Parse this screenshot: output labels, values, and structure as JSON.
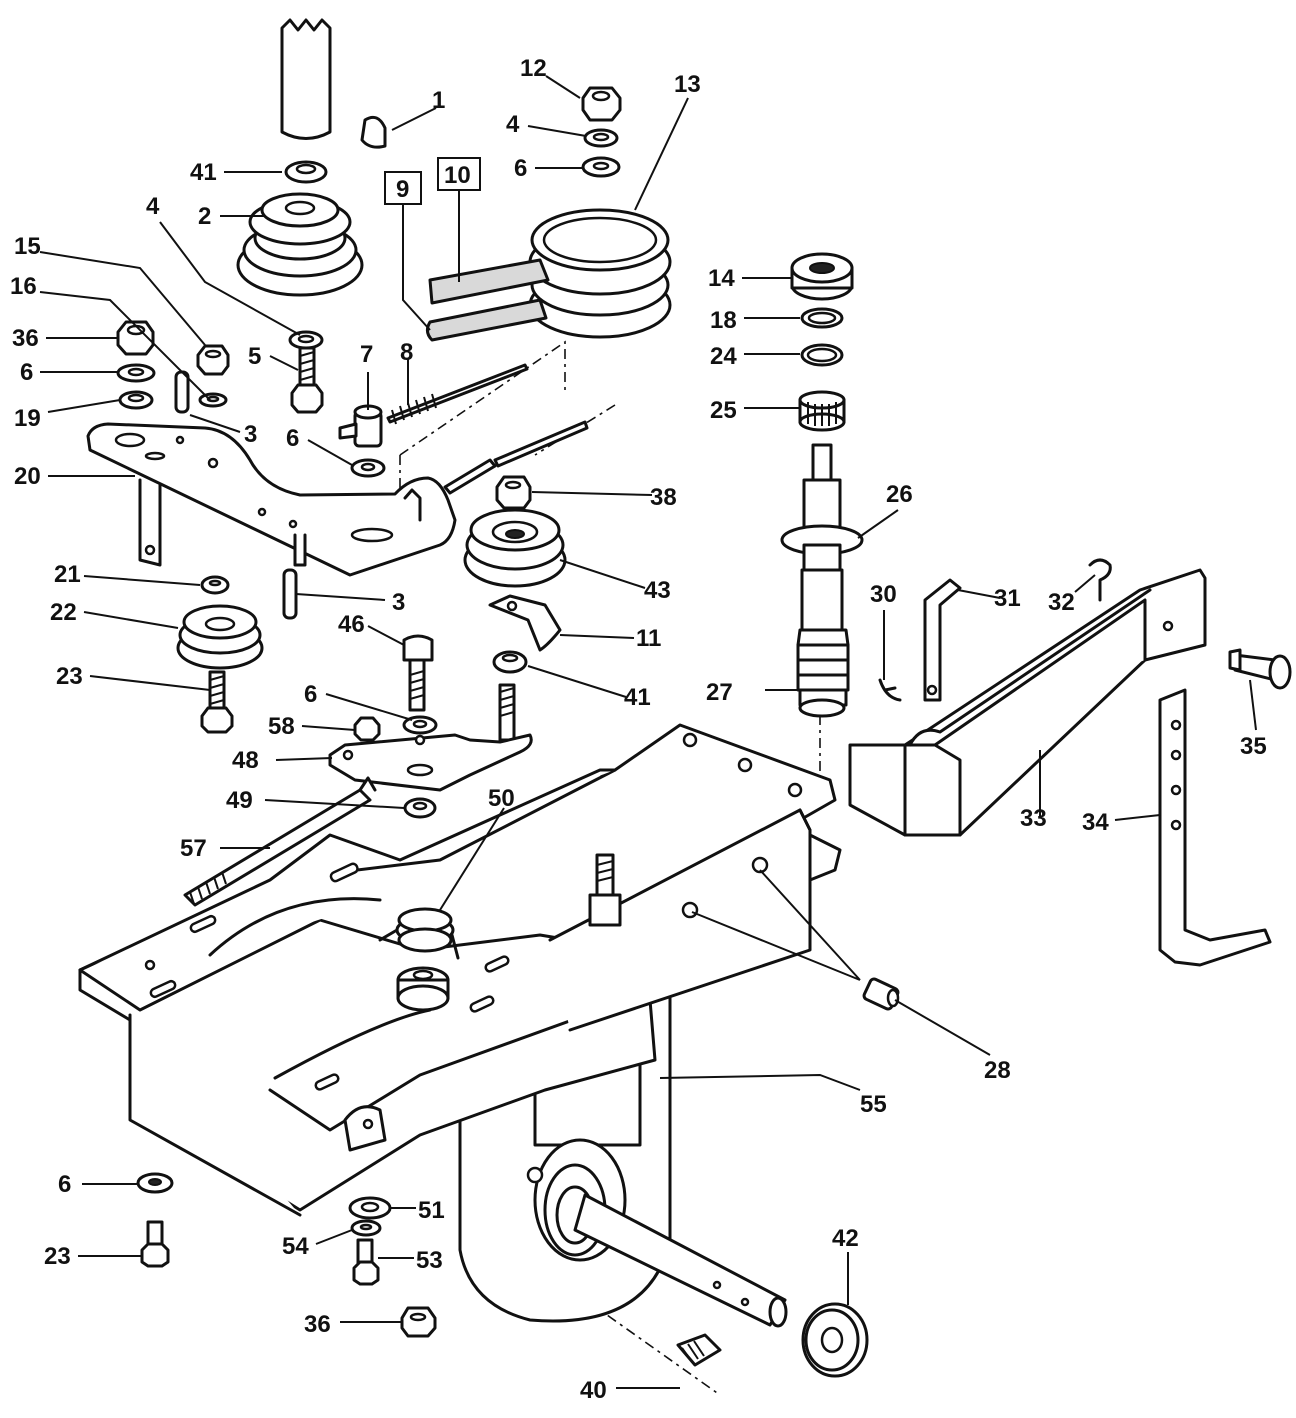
{
  "callouts": [
    {
      "id": "c1",
      "text": "1"
    },
    {
      "id": "c41a",
      "text": "41"
    },
    {
      "id": "c2",
      "text": "2"
    },
    {
      "id": "c12",
      "text": "12"
    },
    {
      "id": "c4a",
      "text": "4"
    },
    {
      "id": "c6a",
      "text": "6"
    },
    {
      "id": "c13",
      "text": "13"
    },
    {
      "id": "c9",
      "text": "9"
    },
    {
      "id": "c10",
      "text": "10"
    },
    {
      "id": "c4b",
      "text": "4"
    },
    {
      "id": "c15",
      "text": "15"
    },
    {
      "id": "c16",
      "text": "16"
    },
    {
      "id": "c36a",
      "text": "36"
    },
    {
      "id": "c6b",
      "text": "6"
    },
    {
      "id": "c19",
      "text": "19"
    },
    {
      "id": "c5",
      "text": "5"
    },
    {
      "id": "c7",
      "text": "7"
    },
    {
      "id": "c8",
      "text": "8"
    },
    {
      "id": "c3a",
      "text": "3"
    },
    {
      "id": "c6c",
      "text": "6"
    },
    {
      "id": "c20",
      "text": "20"
    },
    {
      "id": "c14",
      "text": "14"
    },
    {
      "id": "c18",
      "text": "18"
    },
    {
      "id": "c24",
      "text": "24"
    },
    {
      "id": "c25",
      "text": "25"
    },
    {
      "id": "c38",
      "text": "38"
    },
    {
      "id": "c26",
      "text": "26"
    },
    {
      "id": "c21",
      "text": "21"
    },
    {
      "id": "c3b",
      "text": "3"
    },
    {
      "id": "c43",
      "text": "43"
    },
    {
      "id": "c22",
      "text": "22"
    },
    {
      "id": "c46",
      "text": "46"
    },
    {
      "id": "c11",
      "text": "11"
    },
    {
      "id": "c30",
      "text": "30"
    },
    {
      "id": "c31",
      "text": "31"
    },
    {
      "id": "c32",
      "text": "32"
    },
    {
      "id": "c23a",
      "text": "23"
    },
    {
      "id": "c6d",
      "text": "6"
    },
    {
      "id": "c41b",
      "text": "41"
    },
    {
      "id": "c27",
      "text": "27"
    },
    {
      "id": "c35",
      "text": "35"
    },
    {
      "id": "c58",
      "text": "58"
    },
    {
      "id": "c48",
      "text": "48"
    },
    {
      "id": "c49",
      "text": "49"
    },
    {
      "id": "c50",
      "text": "50"
    },
    {
      "id": "c57",
      "text": "57"
    },
    {
      "id": "c33",
      "text": "33"
    },
    {
      "id": "c34",
      "text": "34"
    },
    {
      "id": "c28",
      "text": "28"
    },
    {
      "id": "c55",
      "text": "55"
    },
    {
      "id": "c6e",
      "text": "6"
    },
    {
      "id": "c51",
      "text": "51"
    },
    {
      "id": "c54",
      "text": "54"
    },
    {
      "id": "c53",
      "text": "53"
    },
    {
      "id": "c23b",
      "text": "23"
    },
    {
      "id": "c42",
      "text": "42"
    },
    {
      "id": "c36b",
      "text": "36"
    },
    {
      "id": "c40",
      "text": "40"
    }
  ]
}
